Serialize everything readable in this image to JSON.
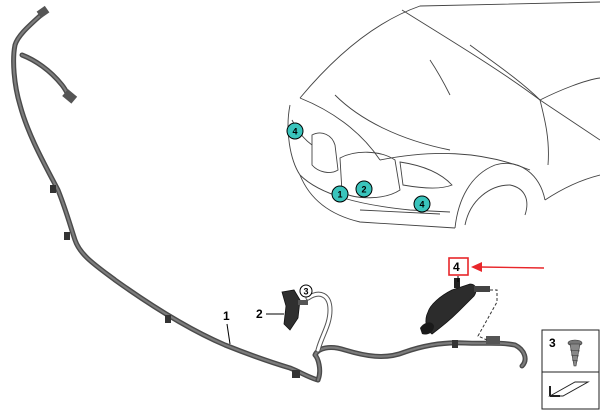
{
  "diagram": {
    "car_markers": [
      {
        "label": "4"
      },
      {
        "label": "1"
      },
      {
        "label": "2"
      },
      {
        "label": "4"
      }
    ],
    "callouts": {
      "item1": "1",
      "item2": "2",
      "item3": "3",
      "item4": "4"
    },
    "legend": {
      "screw_label": "3"
    },
    "colors": {
      "marker_fill": "#39c4bc",
      "highlight_box": "#e8262a",
      "arrow": "#e8262a"
    }
  }
}
